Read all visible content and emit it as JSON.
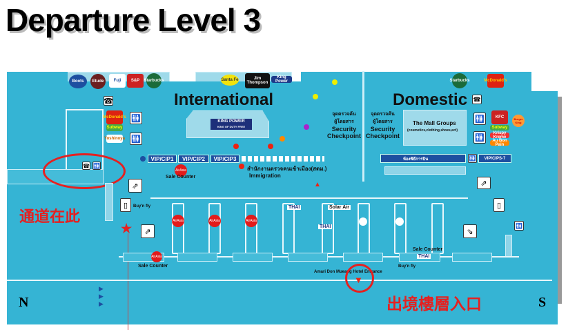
{
  "title": "Departure  Level 3",
  "zones": {
    "international": "International",
    "domestic": "Domestic"
  },
  "shops_top_left": [
    "Boots",
    "Etude",
    "Fuji",
    "S&P",
    "Starbucks"
  ],
  "shops_top_mid": [
    "Santa Fe",
    "Jim Thompson",
    "King Power"
  ],
  "shops_top_right": [
    "Starbucks",
    "McDonald's"
  ],
  "food_left": [
    "McDonald's",
    "Subway",
    "Yoshinoya"
  ],
  "food_right": [
    "KFC",
    "Subway",
    "Krispy Kreme",
    "Burger King",
    "Au Bon Pain"
  ],
  "king_power": {
    "name": "KING POWER",
    "sub": "KING OF DUTY FREE"
  },
  "vip": [
    "VIP/CIP1",
    "VIP/CIP2",
    "VIP/CIP3"
  ],
  "vip_domestic": "VIP/CIPS-7",
  "thai_lounge": "ห้องพิธีการบิน",
  "sale_counter": "Sale Counter",
  "immigration": {
    "thai": "สำนักงานตรวจคนเข้าเมือง(สตม.)",
    "en": "Immigration"
  },
  "security": {
    "thai1": "จุดตรวจค้น",
    "thai2": "ผู้โดยสาร",
    "en1": "Security",
    "en2": "Checkpoint"
  },
  "mall": {
    "name": "The Mall Groups",
    "sub": "(cosmetics,clothing,shoes,ect)"
  },
  "buy_n_fly": "Buy'n fly",
  "solar_air": "Solar Air",
  "thai_airways": "THAI",
  "airasia": "AirAsia",
  "hotel_entrance": "Amari Don Mueang Hotel Entrance",
  "annotations": {
    "passage": "通道在此",
    "entrance": "出境樓層入口"
  },
  "compass": {
    "north": "N",
    "south": "S"
  },
  "colors": {
    "floor": "#35b4d4",
    "light": "#8fd4e8",
    "vip": "#1d4fa0",
    "annotation": "#e52020"
  }
}
